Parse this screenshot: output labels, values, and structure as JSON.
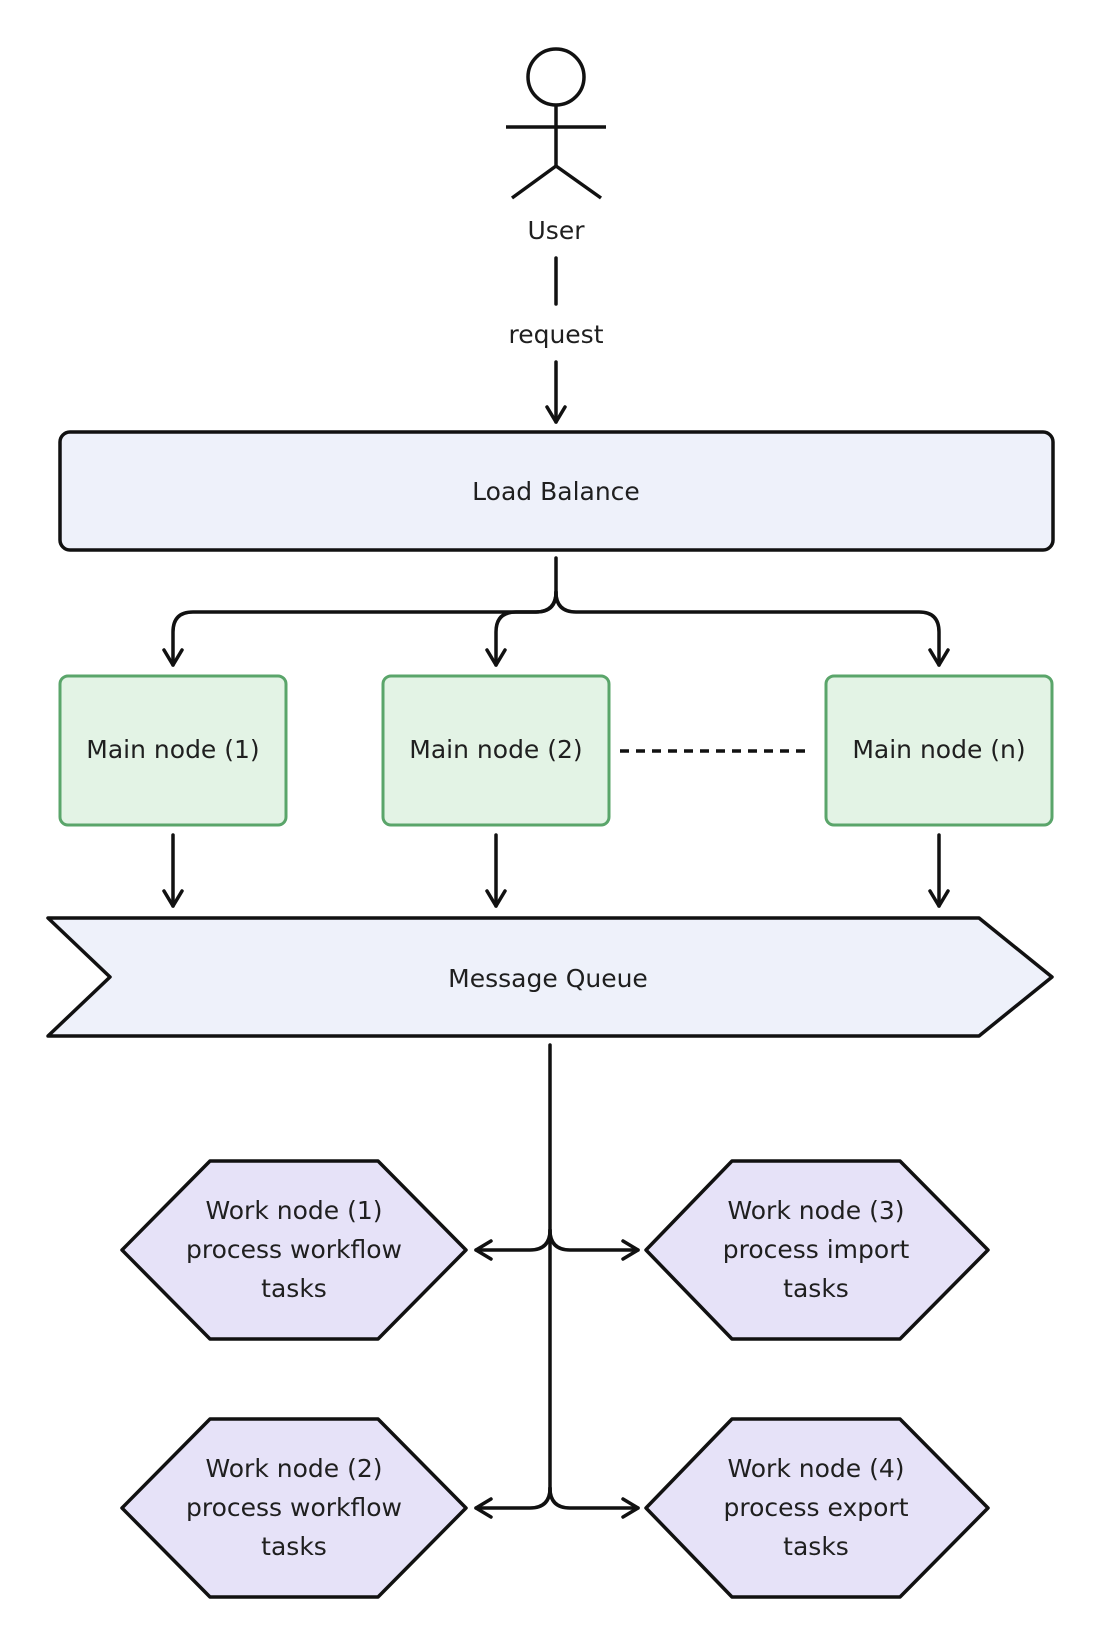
{
  "actor": {
    "label": "User"
  },
  "request_edge": {
    "label": "request"
  },
  "load_balancer": {
    "label": "Load Balance"
  },
  "main_nodes": [
    {
      "label": "Main node (1)"
    },
    {
      "label": "Main node (2)"
    },
    {
      "label": "Main node (n)"
    }
  ],
  "message_queue": {
    "label": "Message Queue"
  },
  "work_nodes": [
    {
      "lines": [
        "Work node (1)",
        "process workflow",
        "tasks"
      ]
    },
    {
      "lines": [
        "Work node (3)",
        "process import",
        "tasks"
      ]
    },
    {
      "lines": [
        "Work node (2)",
        "process workflow",
        "tasks"
      ]
    },
    {
      "lines": [
        "Work node (4)",
        "process export",
        "tasks"
      ]
    }
  ],
  "colors": {
    "stroke": "#111111",
    "load_balancer_fill": "#eef1fa",
    "main_node_fill": "#e3f3e5",
    "main_node_stroke": "#5aa56a",
    "queue_fill": "#eef1fa",
    "work_node_fill": "#e6e2f8"
  }
}
